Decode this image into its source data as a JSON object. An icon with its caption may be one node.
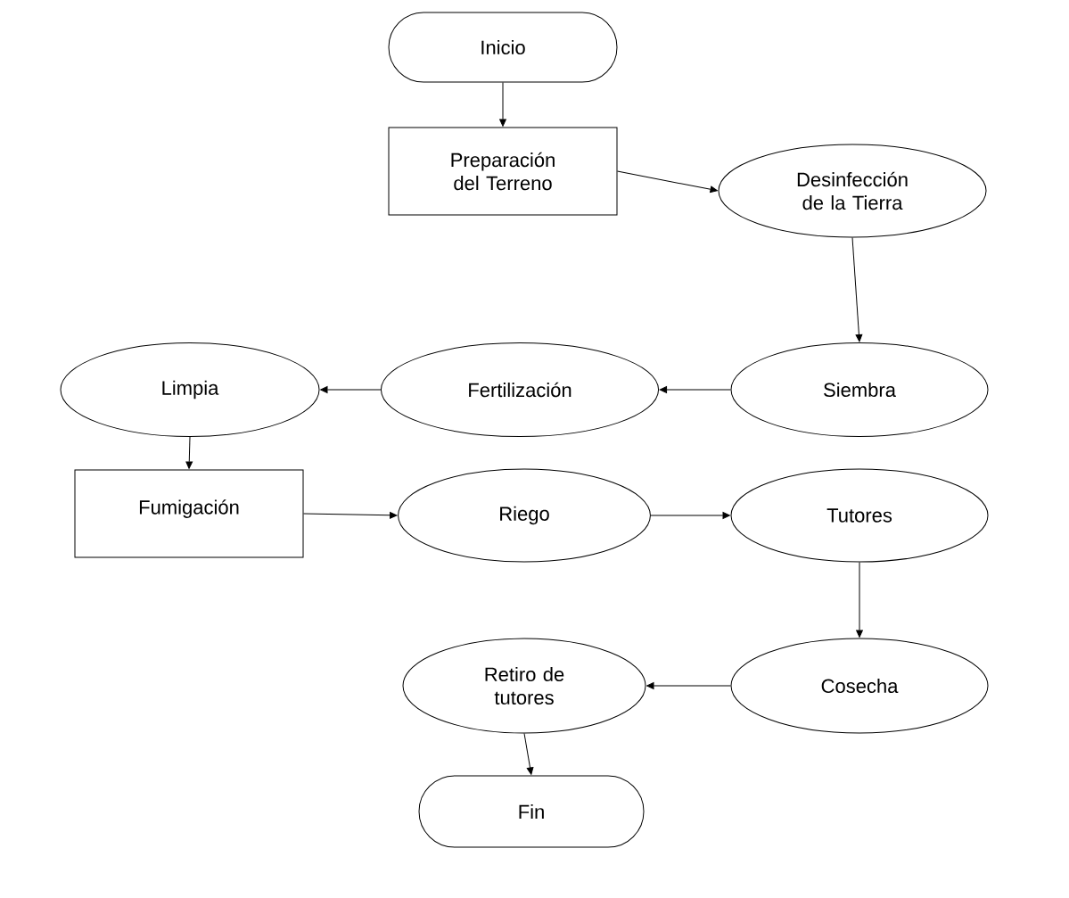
{
  "diagram": {
    "nodes": [
      {
        "text": [
          "Inicio"
        ]
      },
      {
        "text": [
          "Preparación del Terreno"
        ]
      },
      {
        "text": [
          "Desinfección de la Tierra"
        ]
      },
      {
        "text": [
          "Siembra"
        ]
      },
      {
        "text": [
          "Fertilización"
        ]
      },
      {
        "text": [
          "Limpia"
        ]
      },
      {
        "text": [
          "Fumigación"
        ]
      },
      {
        "text": [
          "Riego"
        ]
      },
      {
        "text": [
          "Tutores"
        ]
      },
      {
        "text": [
          "Cosecha"
        ]
      },
      {
        "text": [
          "Retiro de tutores"
        ]
      },
      {
        "text": [
          "Fin"
        ]
      }
    ],
    "edges": [
      {
        "from": 0,
        "to": 1,
        "arrow": "to"
      },
      {
        "from": 1,
        "to": 2,
        "arrow": "to"
      },
      {
        "from": 2,
        "to": 3,
        "arrow": "to"
      },
      {
        "from": 3,
        "to": 4,
        "arrow": "to"
      },
      {
        "from": 4,
        "to": 5,
        "arrow": "to"
      },
      {
        "from": 5,
        "to": 6,
        "arrow": "to"
      },
      {
        "from": 6,
        "to": 7,
        "arrow": "to"
      },
      {
        "from": 7,
        "to": 8,
        "arrow": "to"
      },
      {
        "from": 8,
        "to": 9,
        "arrow": "to"
      },
      {
        "from": 9,
        "to": 10,
        "arrow": "to"
      },
      {
        "from": 10,
        "to": 11,
        "arrow": "to"
      }
    ]
  }
}
